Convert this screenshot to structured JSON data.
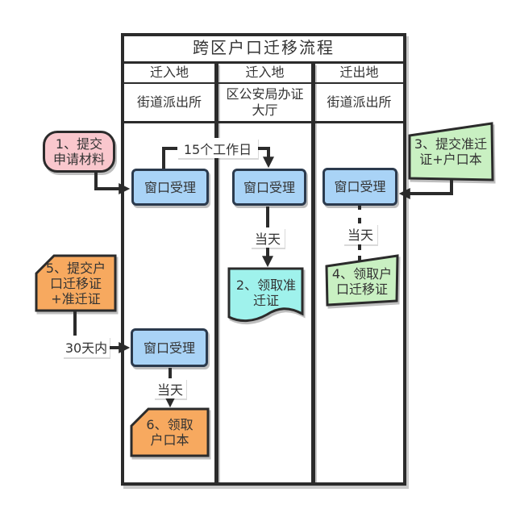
{
  "diagram": {
    "title": "跨区户口迁移流程",
    "lanes": [
      {
        "location": "迁入地",
        "department": "街道派出所"
      },
      {
        "location": "迁入地",
        "department": "区公安局办证\n大厅"
      },
      {
        "location": "迁出地",
        "department": "街道派出所"
      }
    ],
    "steps": {
      "step1": "1、提交\n申请材料",
      "step2": "2、领取准\n迁证",
      "step3": "3、提交准迁\n证+户口本",
      "step4": "4、领取户\n口迁移证",
      "step5": "5、提交户\n口迁移证\n+准迁证",
      "step6": "6、领取\n户口本"
    },
    "process_label": "窗口受理",
    "edge_labels": {
      "fifteen_days": "15个工作日",
      "same_day": "当天",
      "thirty_days": "30天内"
    },
    "colors": {
      "border": "#2b2b2b",
      "pink": "#f9c7cd",
      "blue": "#a9d3f6",
      "green": "#c9f0c2",
      "cyan": "#9ff2ec",
      "orange": "#f7a95f",
      "label_bg": "#ffffff"
    }
  }
}
